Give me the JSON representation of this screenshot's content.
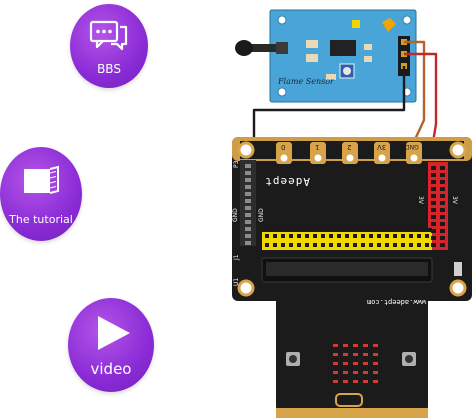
{
  "nav": {
    "bbs_label": "BBS",
    "tutorial_label": "The tutorial",
    "video_label": "video"
  },
  "sensor": {
    "name": "Flame Sensor"
  },
  "board": {
    "brand": "Adeept",
    "url": "www.adeept.com",
    "left_header_labels": [
      "P3",
      "GND",
      "GND",
      "J1",
      "U1"
    ],
    "right_header_labels": [
      "3V",
      "3V"
    ],
    "top_pads": [
      "0",
      "1",
      "2",
      "3V",
      "GND"
    ]
  },
  "colors": {
    "accent_purple": "#8a2bd6",
    "board_black": "#1b1b1b",
    "sensor_blue": "#4aa3d6",
    "wire_brown": "#b8612a",
    "wire_red": "#c0292b",
    "header_yellow": "#f2d600",
    "header_red": "#d8232a",
    "led_red": "#d83a33"
  }
}
